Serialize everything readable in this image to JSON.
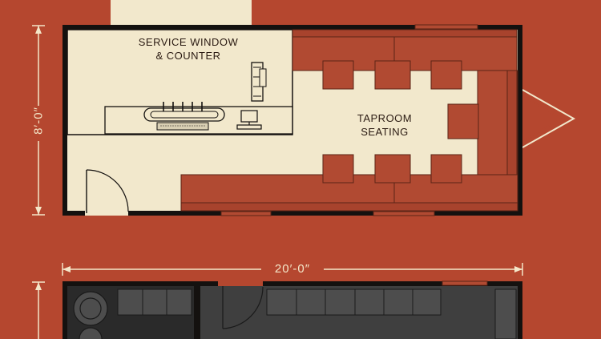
{
  "colors": {
    "background": "#b5472f",
    "floor": "#f2e8cc",
    "wall": "#14110f",
    "bench": "#b14a32",
    "bench_stroke": "#5a2416",
    "dim_line": "#f4e7c9",
    "dark_floor": "#3f3f3f",
    "dark_unit": "#4d4d4d"
  },
  "labels": {
    "service": "SERVICE WINDOW\n& COUNTER",
    "taproom": "TAPROOM\nSEATING"
  },
  "dimensions": {
    "height": "8′-0″",
    "length": "20′-0″"
  },
  "icons": {
    "tap_tower": "tap-handles-icon",
    "monitor": "pos-monitor-icon",
    "drain": "drip-tray-icon",
    "door": "door-swing-icon",
    "hitch": "trailer-hitch-icon",
    "keg": "keg-icon"
  }
}
